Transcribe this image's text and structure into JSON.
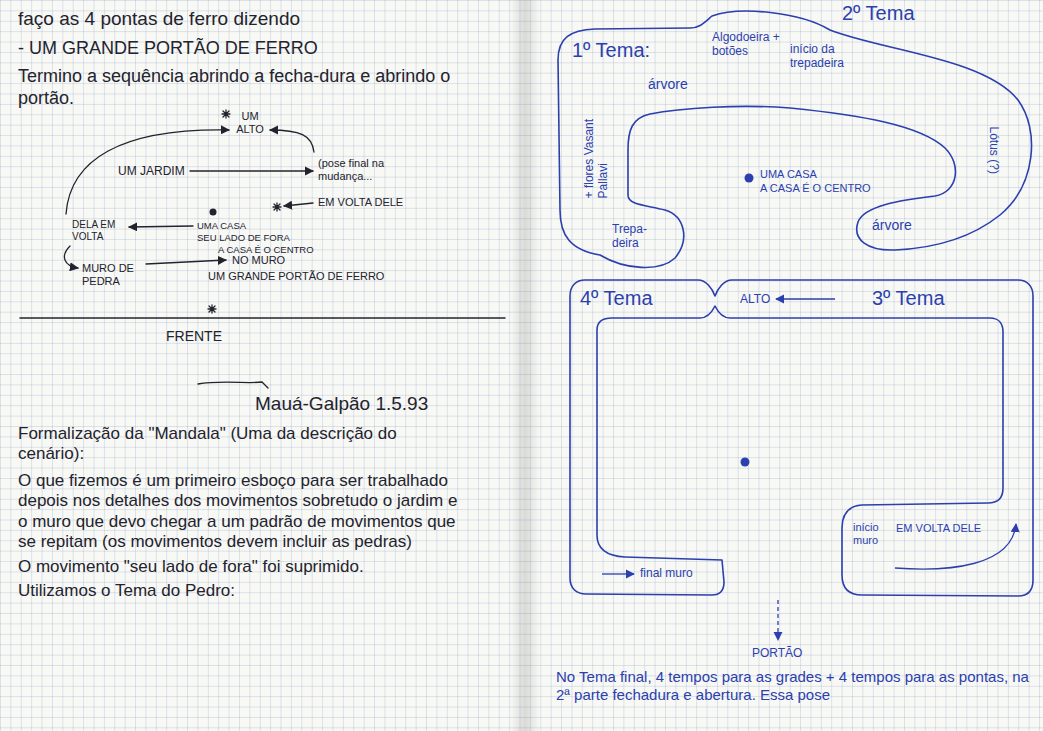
{
  "diagram": {
    "nodes": [
      {
        "text": [
          "1º Tema:",
          "2º Tema",
          "Algodoeira + botões",
          "início da trepadeira",
          "árvore",
          "+ flores Vasant Pallavi",
          "Lótus (?)",
          "árvore",
          "Trepa-deira"
        ]
      },
      {
        "text": [
          "4º Tema",
          "3º Tema",
          "ALTO",
          "início muro",
          "EM VOLTA DELE",
          "final muro"
        ]
      }
    ],
    "labels": [
      "faço as 4 pontas de ferro dizendo",
      "- UM GRANDE PORTÃO DE FERRO",
      "Termino a sequência abrindo a fecha-dura e abrindo o portão.",
      "UM ALTO",
      "UM JARDIM",
      "(pose final na mudança...",
      "EM VOLTA DELE",
      "DELA EM VOLTA",
      "UMA CASA",
      "SEU LADO DE FORA",
      "A CASA É O CENTRO",
      "MURO DE PEDRA",
      "NO MURO",
      "UM GRANDE PORTÃO DE FERRO",
      "FRENTE",
      "Mauá-Galpão 1.5.93",
      "Formalização da \"Mandala\" (Uma da descrição do cenário):",
      "O que fizemos é um primeiro esboço para ser trabalhado depois nos detalhes dos movimentos sobretudo o jardim e o muro que devo chegar a um padrão de movimentos que se repitam (os movimentos devem incluir as pedras)",
      "O movimento \"seu lado de fora\" foi suprimido.",
      "Utilizamos o Tema do Pedro:",
      "UMA CASA",
      "A CASA É O CENTRO",
      "PORTÃO",
      "No Tema final, 4 tempos para as grades + 4 tempos para as pontas, na 2ª parte fechadura e abertura. Essa pose"
    ]
  }
}
